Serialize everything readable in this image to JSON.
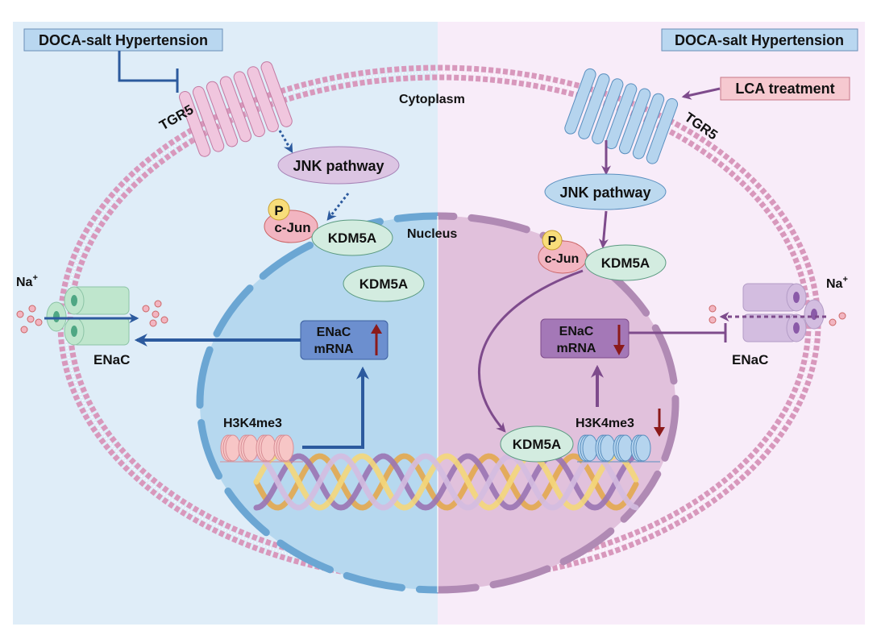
{
  "colors": {
    "left_bg": "#dfedf8",
    "right_bg": "#f8ecf9",
    "membrane": "#d898bc",
    "left_nucleus": "#b6d8ef",
    "right_nucleus": "#e1c1dc",
    "left_envelope": "#6ba6d3",
    "right_envelope": "#b08ab4",
    "left_arrow": "#2c5a9e",
    "right_arrow": "#7e4b8c",
    "down_red": "#8b1a1a",
    "jnk_left": "#dcc5e3",
    "jnk_right": "#bcd9ef",
    "kdm5a": "#d3ece0",
    "cjun": "#f2b5c1",
    "phospho": "#f8dd7a",
    "mrna_left": "#6c8fcf",
    "mrna_right": "#a478b7",
    "lca_box": "#f6c9d0",
    "doca_box": "#b9d7f0",
    "tgr5_left": "#f0c6de",
    "tgr5_right": "#b5d4ee",
    "enac_left": "#bfe6cd",
    "enac_right": "#d3bde0"
  },
  "labels": {
    "doca_left": "DOCA-salt Hypertension",
    "doca_right": "DOCA-salt Hypertension",
    "lca": "LCA treatment",
    "tgr5_left": "TGR5",
    "tgr5_right": "TGR5",
    "cytoplasm": "Cytoplasm",
    "nucleus": "Nucleus",
    "jnk_left": "JNK pathway",
    "jnk_right": "JNK pathway",
    "phospho": "P",
    "cjun": "c-Jun",
    "kdm5a": "KDM5A",
    "enac_mrna_line1": "ENaC",
    "enac_mrna_line2": "mRNA",
    "h3k4me3": "H3K4me3",
    "enac": "ENaC",
    "na": "Na",
    "na_sup": "+"
  }
}
